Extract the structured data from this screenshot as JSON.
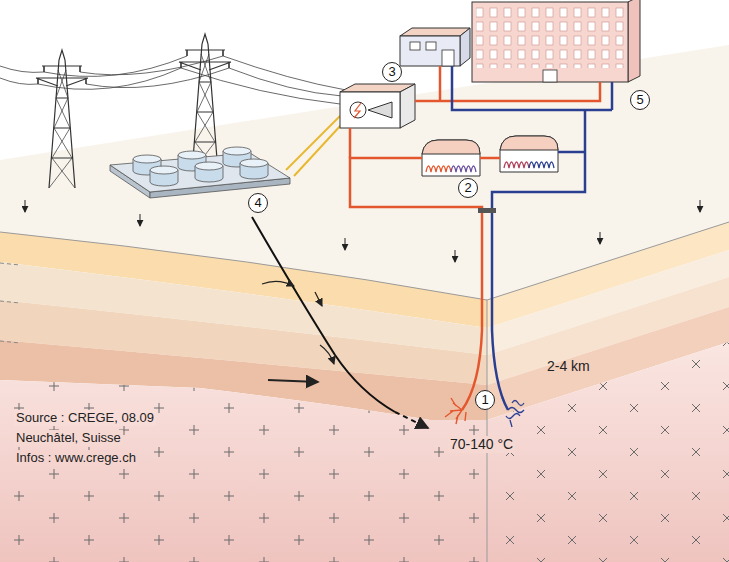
{
  "diagram": {
    "nodes": [
      {
        "text": [
          "1"
        ]
      },
      {
        "text": [
          "2"
        ]
      },
      {
        "text": [
          "3"
        ]
      },
      {
        "text": [
          "4"
        ]
      },
      {
        "text": [
          "5"
        ]
      }
    ],
    "labels": [
      "2-4 km",
      "70-140 °C",
      "Source : CREGE, 08.09",
      "Neuchâtel, Suisse",
      "Infos : www.crege.ch"
    ]
  }
}
